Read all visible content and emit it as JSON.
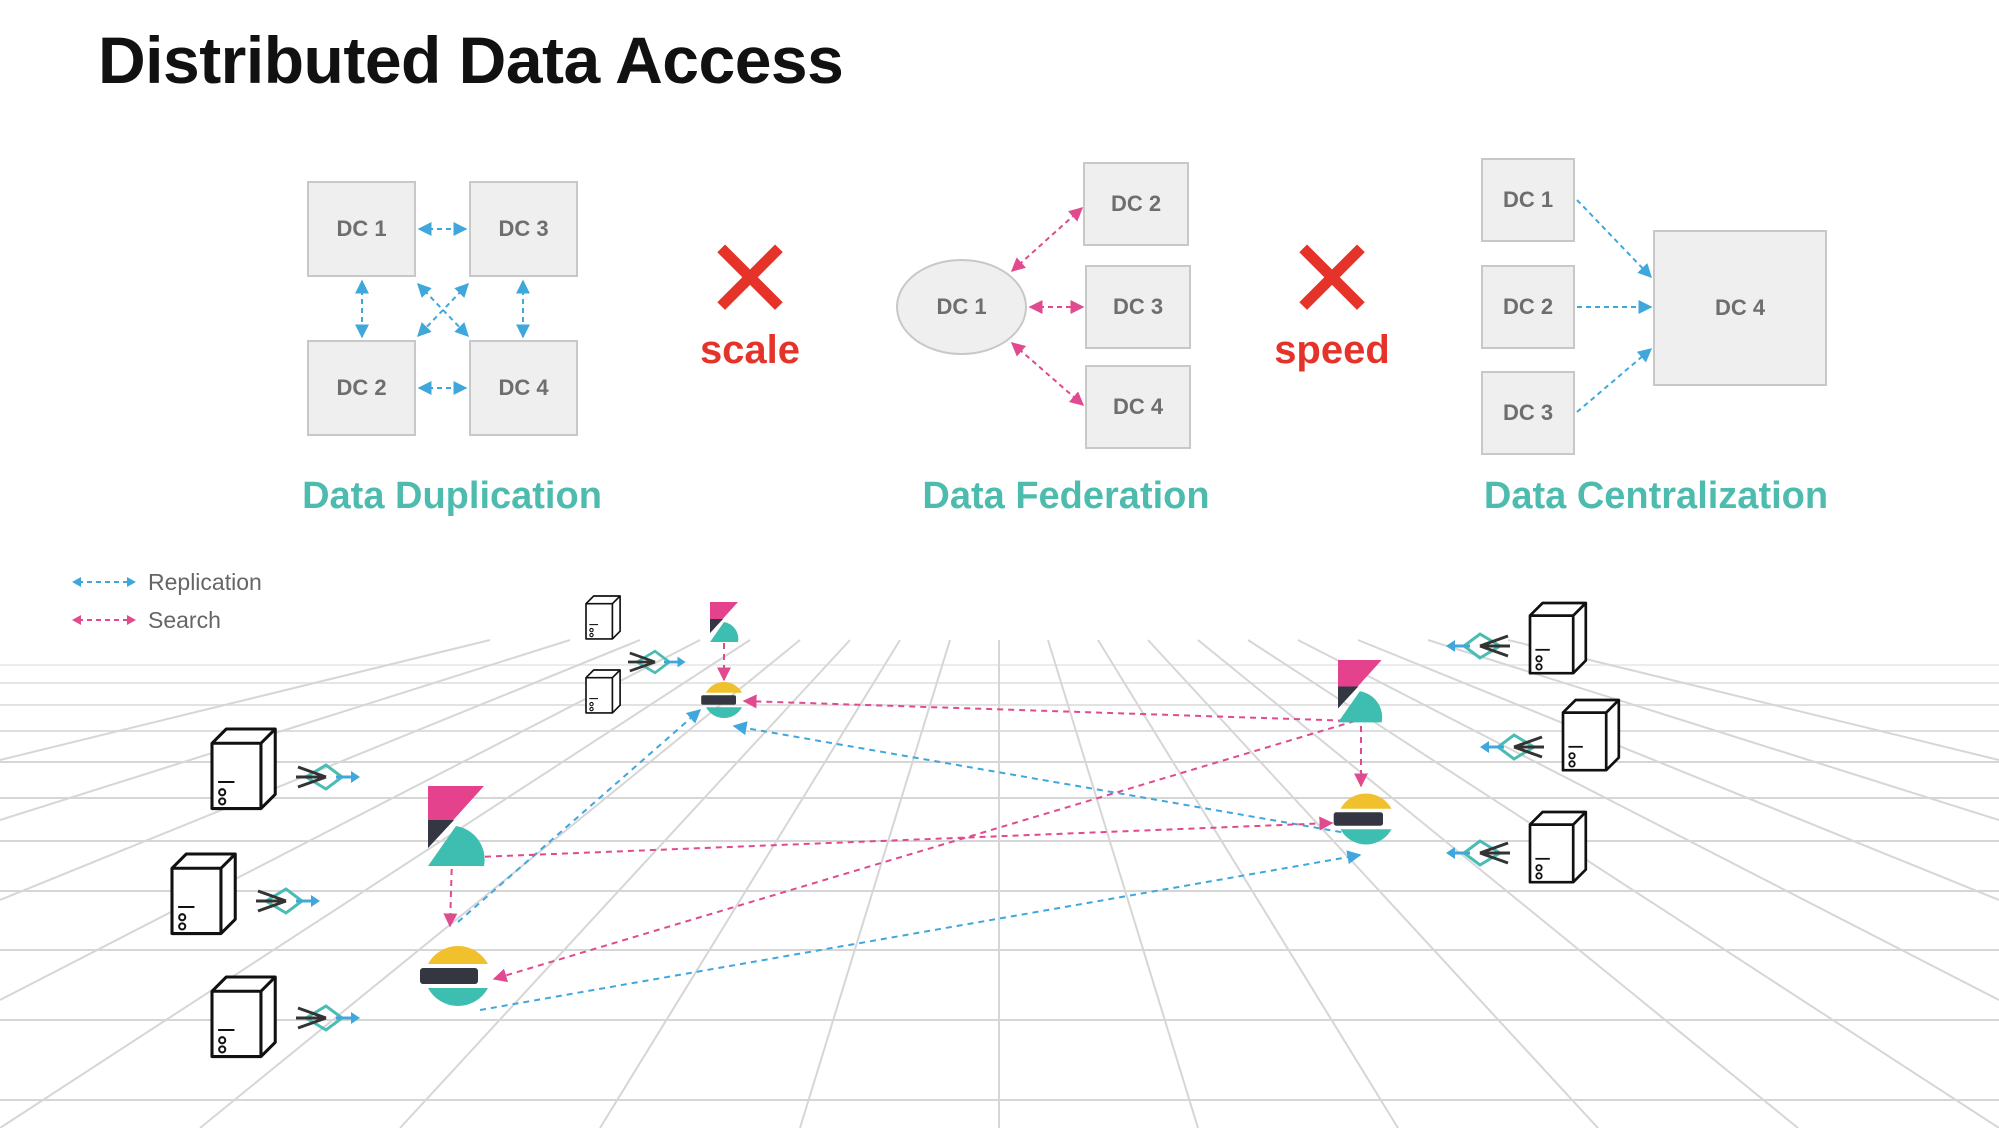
{
  "title": "Distributed Data Access",
  "colors": {
    "replication": "#3fa7dc",
    "search": "#e04a8e",
    "label": "#4dbcae",
    "verdict": "#e5332a"
  },
  "duplication": {
    "label": "Data Duplication",
    "nodes": [
      "DC 1",
      "DC 3",
      "DC 2",
      "DC 4"
    ]
  },
  "scale_verdict": {
    "cross": "✕",
    "word": "scale"
  },
  "federation": {
    "label": "Data Federation",
    "hub": "DC 1",
    "nodes": [
      "DC 2",
      "DC 3",
      "DC 4"
    ]
  },
  "speed_verdict": {
    "cross": "✕",
    "word": "speed"
  },
  "centralization": {
    "label": "Data Centralization",
    "sources": [
      "DC 1",
      "DC 2",
      "DC 3"
    ],
    "target": "DC 4"
  },
  "legend": {
    "replication": "Replication",
    "search": "Search"
  },
  "icons": [
    "server-icon",
    "beats-shipper-icon",
    "kibana-icon",
    "elasticsearch-icon"
  ]
}
